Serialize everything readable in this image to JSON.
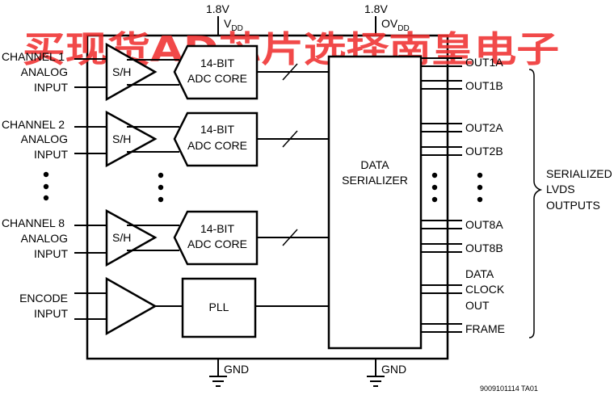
{
  "supply": {
    "vdd_voltage": "1.8V",
    "vdd_name": "V",
    "vdd_sub": "DD",
    "ovdd_voltage": "1.8V",
    "ovdd_name": "OV",
    "ovdd_sub": "DD"
  },
  "watermark": "买现货AD芯片选择南皇电子",
  "channels": [
    {
      "line1": "CHANNEL 1",
      "line2": "ANALOG",
      "line3": "INPUT",
      "sh": "S/H",
      "adc1": "14-BIT",
      "adc2": "ADC CORE"
    },
    {
      "line1": "CHANNEL 2",
      "line2": "ANALOG",
      "line3": "INPUT",
      "sh": "S/H",
      "adc1": "14-BIT",
      "adc2": "ADC CORE"
    },
    {
      "line1": "CHANNEL 8",
      "line2": "ANALOG",
      "line3": "INPUT",
      "sh": "S/H",
      "adc1": "14-BIT",
      "adc2": "ADC CORE"
    }
  ],
  "encode": {
    "line1": "ENCODE",
    "line2": "INPUT",
    "pll": "PLL"
  },
  "serializer": {
    "line1": "DATA",
    "line2": "SERIALIZER"
  },
  "outputs": [
    "OUT1A",
    "OUT1B",
    "OUT2A",
    "OUT2B",
    "OUT8A",
    "OUT8B"
  ],
  "clock_out": {
    "line1": "DATA",
    "line2": "CLOCK",
    "line3": "OUT"
  },
  "frame": "FRAME",
  "serialized": {
    "line1": "SERIALIZED",
    "line2": "LVDS",
    "line3": "OUTPUTS"
  },
  "ground": {
    "left": "GND",
    "right": "GND"
  },
  "part_code": "9009101114 TA01"
}
